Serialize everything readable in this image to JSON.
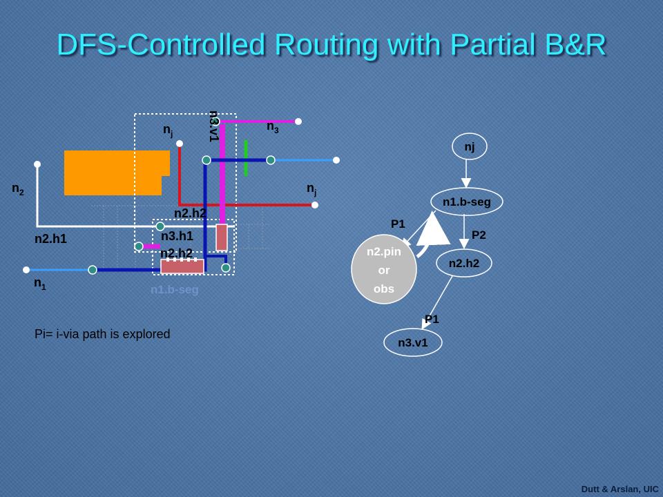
{
  "slide": {
    "title": "DFS-Controlled Routing with Partial B&R",
    "credit": "Dutt & Arslan, UIC"
  },
  "left_diagram": {
    "nj_top": {
      "base": "n",
      "sub": "j"
    },
    "n3_vert": {
      "text": "n3.v1"
    },
    "n3_label": {
      "base": "n",
      "sub": "3"
    },
    "nj_right": {
      "base": "n",
      "sub": "j"
    },
    "n2_label": {
      "base": "n",
      "sub": "2"
    },
    "n2_h1": {
      "text": "n2.h1"
    },
    "n2_h2_top": {
      "text": "n2.h2"
    },
    "n3_h1": {
      "text": "n3.h1"
    },
    "n2_h2_low": {
      "text": "n2.h2"
    },
    "n1_label": {
      "base": "n",
      "sub": "1"
    },
    "n1_bseg": {
      "text": "n1.b-seg"
    },
    "legend": "Pi= i-via path is explored"
  },
  "tree": {
    "root": "nj",
    "bseg": "n1.b-seg",
    "pin_obs": [
      "n2.pin",
      "or",
      "obs"
    ],
    "n2h2": "n2.h2",
    "n3v1": "n3.v1",
    "edge_p1_left": "P1",
    "edge_p2": "P2",
    "edge_p1_bottom": "P1"
  },
  "colors": {
    "title": "#2ff0ff",
    "net_blue": "#0a14b0",
    "net_red": "#d8141c",
    "net_magenta": "#e020e0",
    "net_green": "#22cc22",
    "net_white": "#ffffff",
    "net_lightblue": "#3aa0ff",
    "obstacle": "#ff9900",
    "node_teal": "#2f8f86",
    "tree_circle": "#bdbdbd"
  }
}
